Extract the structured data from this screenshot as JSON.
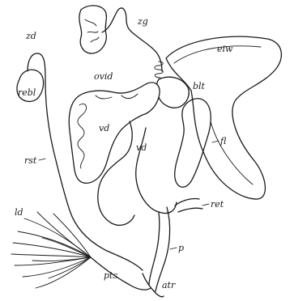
{
  "labels": {
    "zd": "zd",
    "zg": "zg",
    "eiw": "eiw",
    "ovid": "ovid",
    "blt": "blt",
    "rebl": "rebl",
    "vd_upper": "vd",
    "vd_lower": "vd",
    "fl": "fl",
    "rst": "rst",
    "ret": "ret",
    "ld": "ld",
    "p": "p",
    "pts": "pts",
    "atr": "atr"
  },
  "colors": {
    "ink": "#1a1a1a",
    "background": "#ffffff"
  }
}
